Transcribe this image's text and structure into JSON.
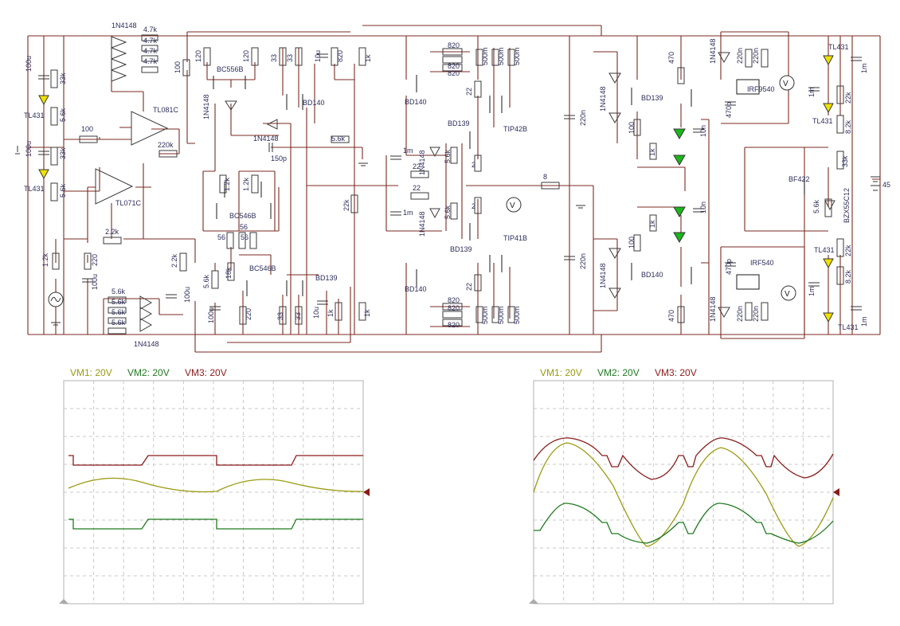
{
  "schematic": {
    "labels": {
      "d_top": "1N4148",
      "r47a": "4.7k",
      "r47b": "4.7k",
      "r47c": "4.7k",
      "r47d": "4.7k",
      "c100u_a": "100u",
      "c100u_b": "100u",
      "r33k_a": "33k",
      "r33k_b": "33k",
      "r56k_a": "5.6k",
      "r56k_b": "5.6k",
      "tl431_a": "TL431",
      "tl431_b": "TL431",
      "r100_in": "100",
      "tl081": "TL081C",
      "r220k": "220k",
      "tl071": "TL071C",
      "r22k_fb": "2.2k",
      "r12k": "1.2k",
      "r220": "220",
      "c100u_c": "100u",
      "r56_bl": "5.6k",
      "r56_b1": "5.6k",
      "r56_b2": "5.6k",
      "r56_b3": "5.6k",
      "d_bot": "1N4148",
      "r100_top": "100",
      "r120_a": "120",
      "r120_b": "120",
      "bc556": "BC556B",
      "d1n4148_v": "1N4148",
      "r33_a": "33",
      "r33_b": "33",
      "bd140_a": "BD140",
      "c10u_a": "10u",
      "r820_a": "820",
      "r1k_a": "1k",
      "d1n4148_h": "1N4148",
      "c150p": "150p",
      "r56k_mid": "5.6k",
      "r12k_a": "1.2k",
      "r12k_b": "1.2k",
      "bc546_a": "BC546B",
      "r56_a": "56",
      "r56_b": "56",
      "r56_c": "56",
      "bc546_b": "BC546B",
      "bd139_a": "BD139",
      "r22k_v": "2.2k",
      "c100u_d": "100u",
      "r56k_v": "5.6k",
      "r18k": "18k",
      "c100u_e": "100u",
      "r220_b": "220",
      "r33_c": "33",
      "r33_d": "33",
      "c10u_b": "10u",
      "r1k_b": "1k",
      "r1k_c": "1k",
      "r820_1": "820",
      "r820_2": "820",
      "r820_3": "820",
      "r820_4": "820",
      "r820_5": "820",
      "r820_6": "820",
      "r500m_1": "500m",
      "r500m_2": "500m",
      "r500m_3": "500m",
      "r500m_4": "500m",
      "r500m_5": "500m",
      "r500m_6": "500m",
      "bd140_b": "BD140",
      "r22_a": "22",
      "bd139_b": "BD139",
      "tip42": "TIP42B",
      "c1m_a": "1m",
      "c1m_b": "1m",
      "d1n4148_c": "1N4148",
      "d1n4148_d": "1N4148",
      "r22_b": "22",
      "r22_c": "22",
      "r56k_c": "5.6k",
      "r56k_d": "5.6k",
      "r2_a": "2",
      "r2_b": "2",
      "r22k_c": "22k",
      "r8": "8",
      "bd140_c": "BD140",
      "r22_d": "22",
      "bd139_c": "BD139",
      "tip41": "TIP41B",
      "c220n_a": "220n",
      "c220n_b": "220n",
      "d1n4148_e": "1N4148",
      "d1n4148_f": "1N4148",
      "bd139_d": "BD139",
      "bd140_d": "BD140",
      "r100_a": "100",
      "r100_b": "100",
      "r1k_d": "1k",
      "r1k_e": "1k",
      "r470_a": "470",
      "r470_b": "470",
      "c10n_a": "10n",
      "c10n_b": "10n",
      "d1n4148_g": "1N4148",
      "d1n4148_h2": "1N4148",
      "c220n_c": "220n",
      "c220n_d": "220n",
      "c220n_e": "220n",
      "c220n_f": "220n",
      "c470p_a": "470p",
      "c470p_b": "470p",
      "irf9540": "IRF9540",
      "irf540": "IRF540",
      "tl431_c": "TL431",
      "tl431_d": "TL431",
      "tl431_e": "TL431",
      "tl431_f": "TL431",
      "c1m_c": "1m",
      "c1m_d": "1m",
      "c1m_e": "1m",
      "c1m_f": "1m",
      "r22k_d": "22k",
      "r22k_e": "22k",
      "r82k_a": "8.2k",
      "r82k_b": "8.2k",
      "r33k_c": "33k",
      "bf422": "BF422",
      "r56k_e": "5.6k",
      "bzx": "BZX55C12",
      "v45": "45"
    }
  },
  "scope_left": {
    "vm1": "VM1: 20V",
    "vm2": "VM2: 20V",
    "vm3": "VM3: 20V",
    "colors": {
      "vm1": "#9a9a10",
      "vm2": "#1f7a1f",
      "vm3": "#8a1a1a"
    }
  },
  "scope_right": {
    "vm1": "VM1: 20V",
    "vm2": "VM2: 20V",
    "vm3": "VM3: 20V",
    "colors": {
      "vm1": "#9a9a10",
      "vm2": "#1f7a1f",
      "vm3": "#8a1a1a"
    }
  },
  "icons": [
    "ground-icon",
    "signal-source-icon",
    "voltmeter-icon",
    "battery-icon",
    "led-icon",
    "zener-icon",
    "transistor-icon",
    "opamp-icon",
    "scope-marker-icon"
  ]
}
